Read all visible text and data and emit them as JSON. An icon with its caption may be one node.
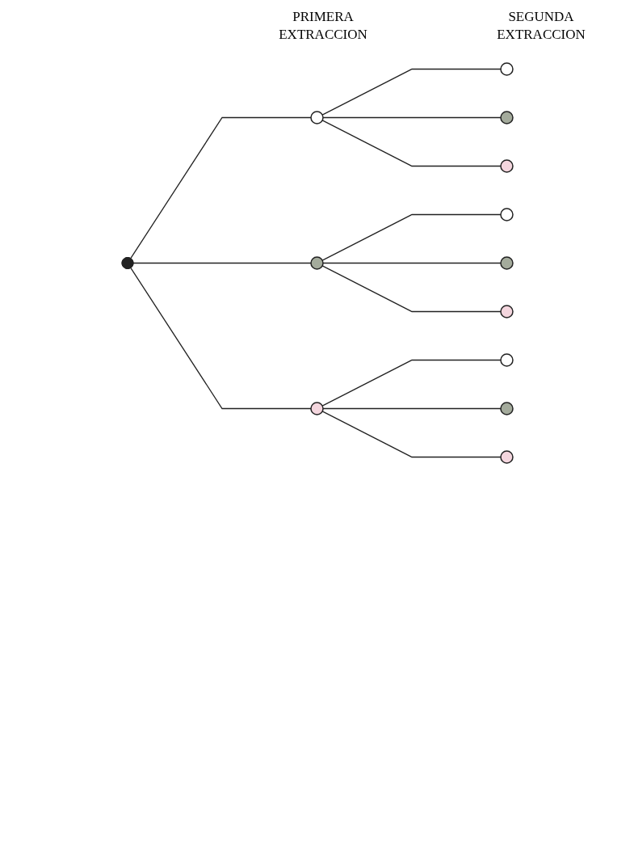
{
  "diagram": {
    "nodes": [
      {
        "text": [],
        "shape": "dot"
      },
      {
        "text": [],
        "shape": "circle"
      },
      {
        "text": [],
        "shape": "circle"
      },
      {
        "text": [],
        "shape": "circle"
      },
      {
        "text": [],
        "shape": "circle"
      },
      {
        "text": [],
        "shape": "circle"
      },
      {
        "text": [],
        "shape": "circle"
      },
      {
        "text": [],
        "shape": "circle"
      },
      {
        "text": [],
        "shape": "circle"
      },
      {
        "text": [],
        "shape": "circle"
      },
      {
        "text": [],
        "shape": "circle"
      },
      {
        "text": [],
        "shape": "circle"
      },
      {
        "text": [],
        "shape": "circle"
      }
    ],
    "edges": [
      {
        "from": 0,
        "to": 1,
        "arrow": "none"
      },
      {
        "from": 0,
        "to": 2,
        "arrow": "none"
      },
      {
        "from": 0,
        "to": 3,
        "arrow": "none"
      },
      {
        "from": 1,
        "to": 4,
        "arrow": "none"
      },
      {
        "from": 1,
        "to": 5,
        "arrow": "none"
      },
      {
        "from": 1,
        "to": 6,
        "arrow": "none"
      },
      {
        "from": 2,
        "to": 7,
        "arrow": "none"
      },
      {
        "from": 2,
        "to": 8,
        "arrow": "none"
      },
      {
        "from": 2,
        "to": 9,
        "arrow": "none"
      },
      {
        "from": 3,
        "to": 10,
        "arrow": "none"
      },
      {
        "from": 3,
        "to": 11,
        "arrow": "none"
      },
      {
        "from": 3,
        "to": 12,
        "arrow": "none"
      }
    ],
    "labels": [
      "PRIMERA EXTRACCION",
      "SEGUNDA EXTRACCION"
    ]
  }
}
